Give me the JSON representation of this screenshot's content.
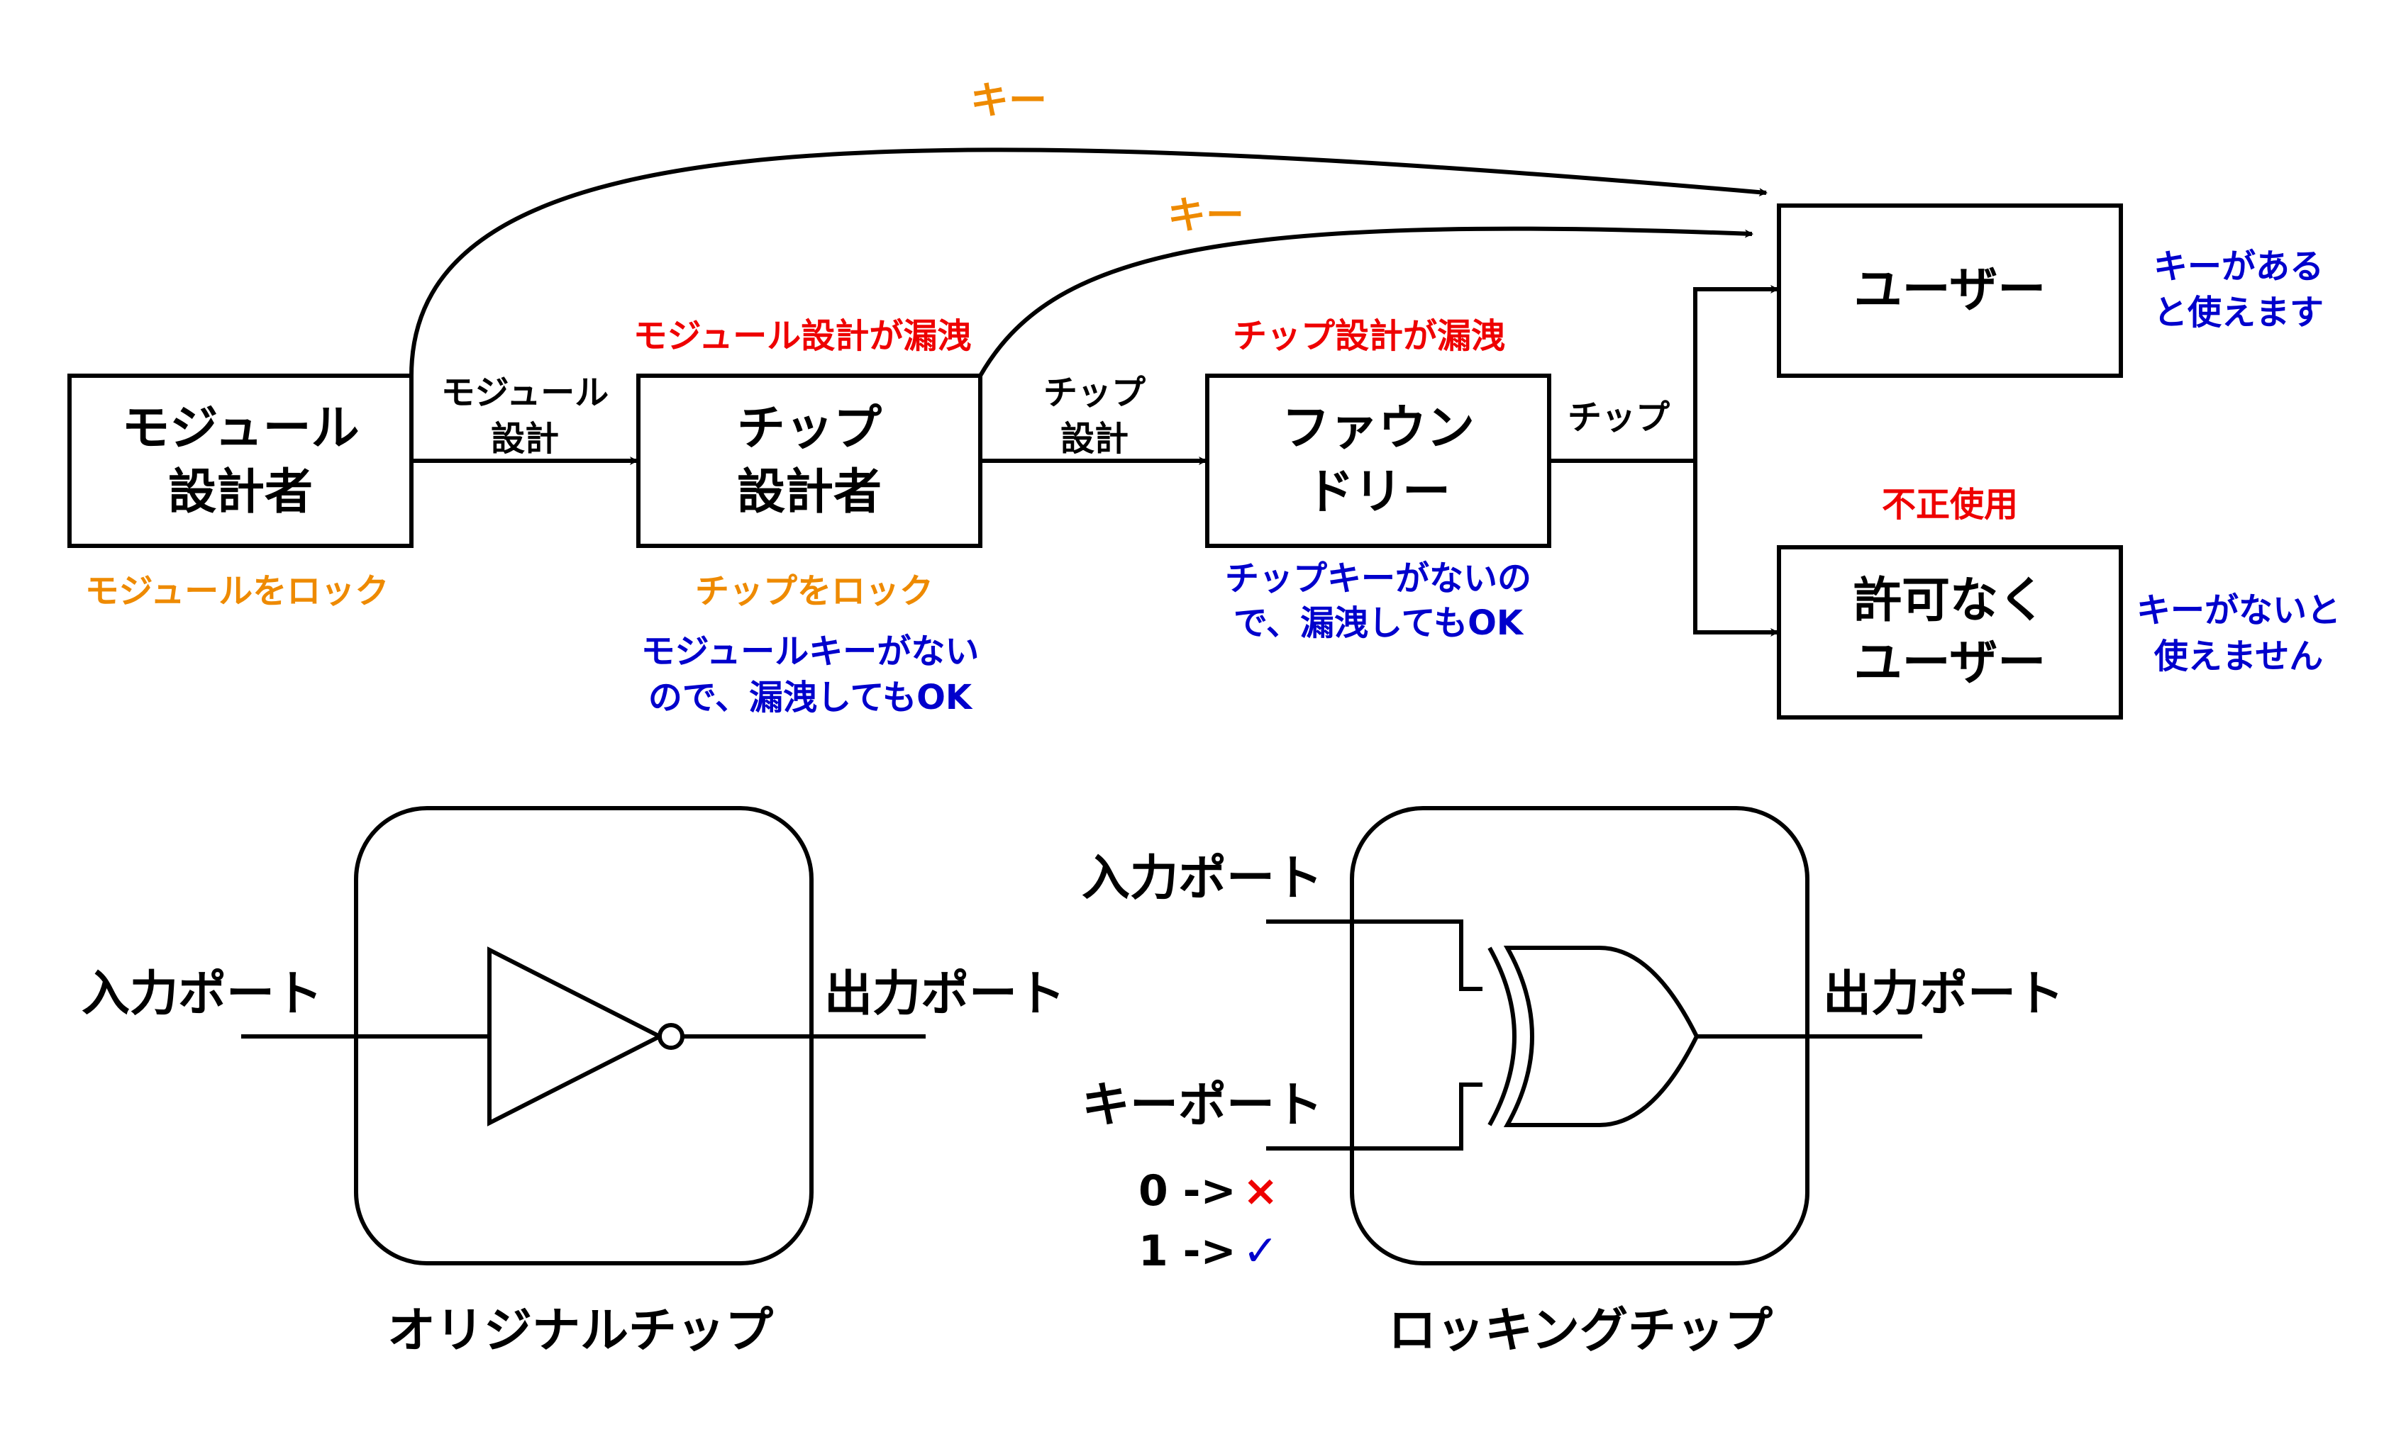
{
  "colors": {
    "black": "#000000",
    "orange": "#ee8a00",
    "red": "#ee0000",
    "blue": "#0000cc"
  },
  "flow": {
    "module_designer": {
      "line1": "モジュール",
      "line2": "設計者"
    },
    "chip_designer": {
      "line1": "チップ",
      "line2": "設計者"
    },
    "foundry": {
      "line1": "ファウン",
      "line2": "ドリー"
    },
    "user": {
      "label": "ユーザー"
    },
    "unauthorized_user": {
      "line1": "許可なく",
      "line2": "ユーザー"
    },
    "edge_module_design": {
      "line1": "モジュール",
      "line2": "設計"
    },
    "edge_chip_design": {
      "line1": "チップ",
      "line2": "設計"
    },
    "edge_chip": "チップ",
    "key_label_top": "キー",
    "key_label_second": "キー",
    "module_leak": "モジュール設計が漏洩",
    "chip_leak": "チップ設計が漏洩",
    "module_lock": "モジュールをロック",
    "chip_lock": "チップをロック",
    "module_ok": {
      "line1": "モジュールキーがない",
      "line2": "ので、漏洩してもOK"
    },
    "chip_ok": {
      "line1": "チップキーがないの",
      "line2": "で、漏洩してもOK"
    },
    "unauthorized_use": "不正使用",
    "user_can_use": {
      "line1": "キーがある",
      "line2": "と使えます"
    },
    "user_cannot_use": {
      "line1": "キーがないと",
      "line2": "使えません"
    }
  },
  "original_chip": {
    "input_port": "入力ポート",
    "output_port": "出力ポート",
    "caption": "オリジナルチップ",
    "gate": "inverter"
  },
  "locking_chip": {
    "input_port": "入力ポート",
    "key_port": "キーポート",
    "output_port": "出力ポート",
    "key0": "0 ->",
    "key0_symbol": "×",
    "key1": "1 ->",
    "key1_symbol": "✓",
    "caption": "ロッキングチップ",
    "gate": "xor"
  }
}
